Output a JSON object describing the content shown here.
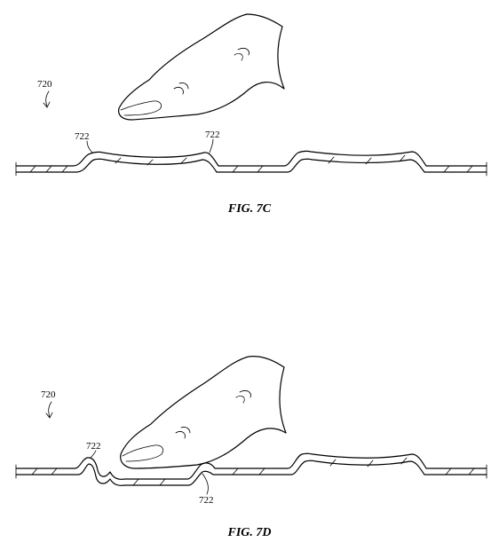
{
  "figures": [
    {
      "caption": "FIG. 7C",
      "assembly_label": "720",
      "ridge_labels": [
        "722",
        "722"
      ]
    },
    {
      "caption": "FIG. 7D",
      "assembly_label": "720",
      "ridge_labels": [
        "722",
        "722"
      ]
    }
  ]
}
